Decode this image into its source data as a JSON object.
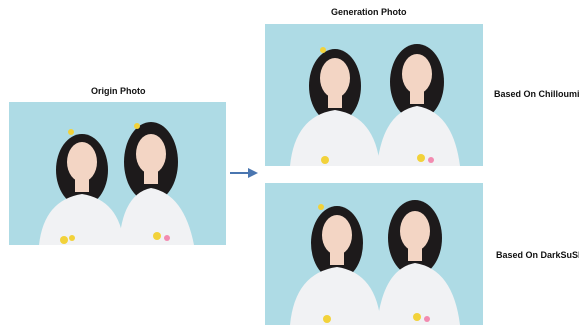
{
  "origin": {
    "title": "Origin Photo"
  },
  "generation": {
    "title": "Generation Photo"
  },
  "results": [
    {
      "label": "Based On Chilloumix"
    },
    {
      "label": "Based On DarkSuShi"
    }
  ],
  "colors": {
    "background": "#ffffff",
    "photo_bg": "#aedbe5",
    "arrow": "#4a76b0",
    "dress": "#f1f2f4",
    "hair": "#1d1a1b",
    "skin": "#f3d5c4",
    "flowers": "#f2d23a"
  },
  "icons": {
    "arrow": "arrow-right-icon"
  }
}
